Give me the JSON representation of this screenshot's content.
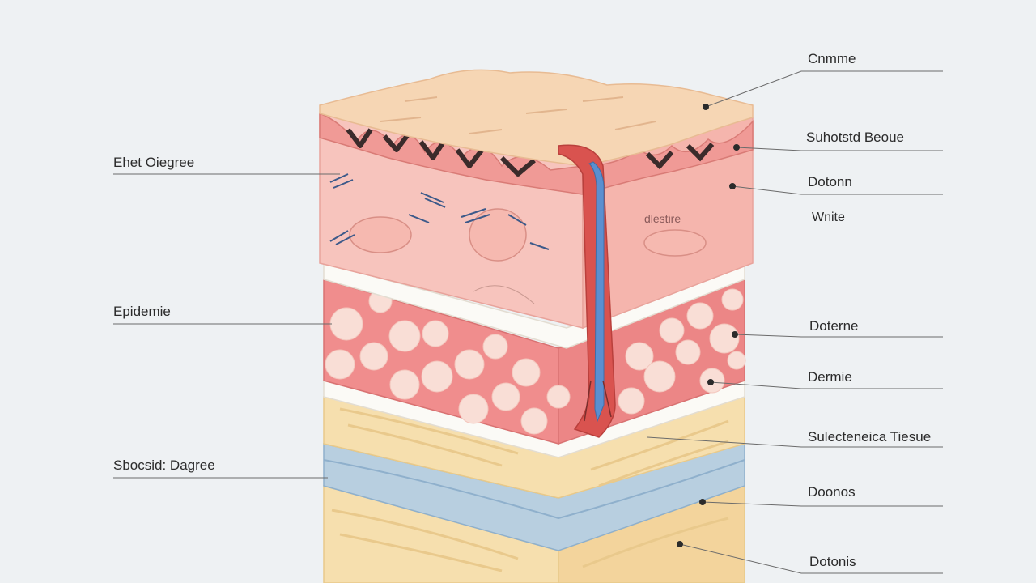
{
  "title": "",
  "labels_left": [
    {
      "id": "first",
      "text": "Ehet Oiegree"
    },
    {
      "id": "epi",
      "text": "Epidemie"
    },
    {
      "id": "second",
      "text": "Sbocsid: Dagree"
    }
  ],
  "labels_right": [
    {
      "id": "r1",
      "text": "Cnmme"
    },
    {
      "id": "r2",
      "text": "Suhotstd Beoue"
    },
    {
      "id": "r3",
      "text": "Dotonn"
    },
    {
      "id": "r4",
      "text": "Wnite"
    },
    {
      "id": "r5",
      "text": "Doterne"
    },
    {
      "id": "r6",
      "text": "Dermie"
    },
    {
      "id": "r7",
      "text": "Sulecteneica Tiesue"
    },
    {
      "id": "r8",
      "text": "Doonos"
    },
    {
      "id": "r9",
      "text": "Dotonis"
    }
  ],
  "inner_labels": [
    {
      "id": "in1",
      "text": "dlestire"
    }
  ],
  "colors": {
    "background": "#eef1f3",
    "top_surface": "#f6d6b4",
    "epidermis": "#f4b3ae",
    "dermis_side": "#f7c9c3",
    "cell_layer": "#f08d8d",
    "cell": "#f9ded6",
    "white_band": "#fbfaf6",
    "fat": "#f6dfae",
    "blue_band": "#b8cfe0",
    "vessel_red": "#d9534f",
    "vessel_blue": "#5b8fd0",
    "leader": "#6b6b6b"
  }
}
